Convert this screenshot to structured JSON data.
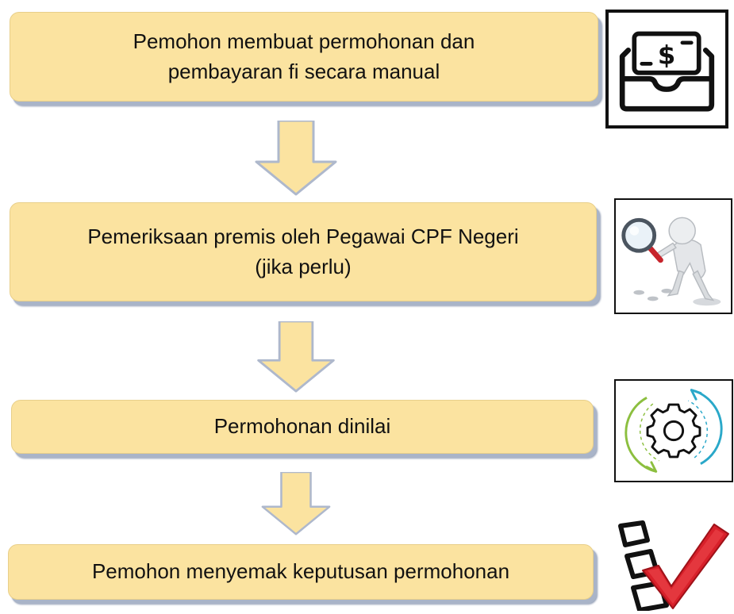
{
  "steps": [
    {
      "text": "Pemohon membuat permohonan dan\npembayaran fi secara manual",
      "icon": "money-envelope-icon"
    },
    {
      "text": "Pemeriksaan premis oleh Pegawai CPF Negeri\n(jika perlu)",
      "icon": "magnifier-inspector-icon"
    },
    {
      "text": "Permohonan dinilai",
      "icon": "gear-cycle-icon"
    },
    {
      "text": "Pemohon menyemak keputusan permohonan",
      "icon": "checklist-icon"
    }
  ],
  "colors": {
    "box_fill": "#fbe3a0",
    "box_shadow": "#a9b4c8",
    "arrow_fill": "#fbe3a0",
    "arrow_edge": "#aeb8cc",
    "check_red": "#d8202a"
  }
}
